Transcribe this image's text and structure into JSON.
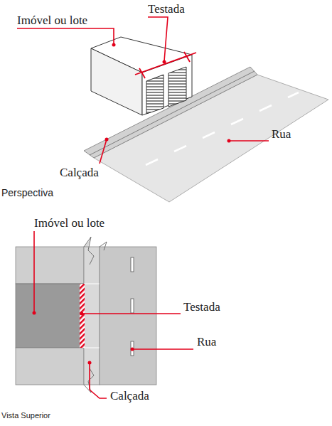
{
  "diagram": {
    "labels": [
      "Testada",
      "Imóvel ou lote",
      "Rua",
      "Calçada",
      "Perspectiva",
      "Imóvel ou lote",
      "Testada",
      "Rua",
      "Calçada",
      "Vista Superior"
    ]
  }
}
